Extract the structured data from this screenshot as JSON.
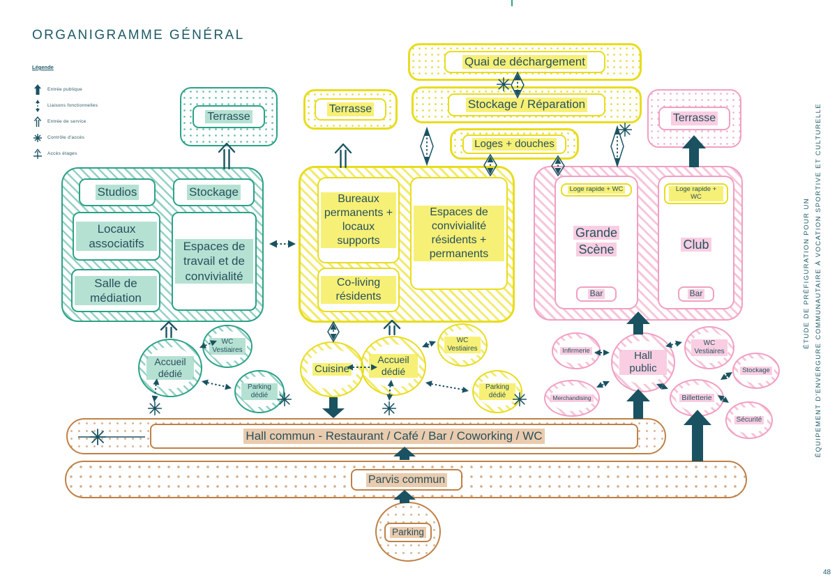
{
  "page": {
    "title": "ORGANIGRAMME GÉNÉRAL",
    "page_number": "48",
    "side_text_1": "ÉTUDE DE PRÉFIGURATION POUR UN",
    "side_text_2": "ÉQUIPEMENT D'ENVERGURE COMMUNAUTAIRE À VOCATION SPORTIVE ET CULTURELLE"
  },
  "legend": {
    "title": "Légende",
    "items": [
      "Entrée publique",
      "Liaisons fonctionnelles",
      "Entrée de service",
      "Contrôle d'accès",
      "Accès étages"
    ]
  },
  "teal": {
    "terrasse": "Terrasse",
    "studios": "Studios",
    "stockage": "Stockage",
    "locaux": "Locaux associatifs",
    "espaces": "Espaces de travail et de convivialité",
    "salle": "Salle de médiation",
    "accueil": "Accueil dédié",
    "wc": "WC Vestiaires",
    "parking": "Parking dédié"
  },
  "yellow": {
    "quai": "Quai de déchargement",
    "stockage": "Stockage / Réparation",
    "loges": "Loges + douches",
    "terrasse": "Terrasse",
    "bureaux": "Bureaux permanents + locaux supports",
    "coliving": "Co-living résidents",
    "espaces": "Espaces de convivialité résidents + permanents",
    "cuisine": "Cuisine",
    "accueil": "Accueil dédié",
    "wc": "WC Vestiaires",
    "parking": "Parking dédié"
  },
  "pink": {
    "terrasse": "Terrasse",
    "loge_scene": "Loge rapide + WC",
    "scene": "Grande Scène",
    "bar_scene": "Bar",
    "loge_club": "Loge rapide + WC",
    "club": "Club",
    "bar_club": "Bar",
    "infirmerie": "Infirmerie",
    "hall": "Hall public",
    "wc": "WC Vestiaires",
    "merch": "Merchandising",
    "billetterie": "Billetterie",
    "stockage": "Stockage",
    "securite": "Sécurité"
  },
  "common": {
    "hall": "Hall commun - Restaurant / Café / Bar / Coworking / WC",
    "parvis": "Parvis commun",
    "parking": "Parking"
  },
  "colors": {
    "teal": "#2ba287",
    "yellow": "#e8dc1e",
    "pink": "#f19fc2",
    "orange": "#bf8046",
    "arrow_dark": "#1a5262",
    "text": "#27505c"
  }
}
